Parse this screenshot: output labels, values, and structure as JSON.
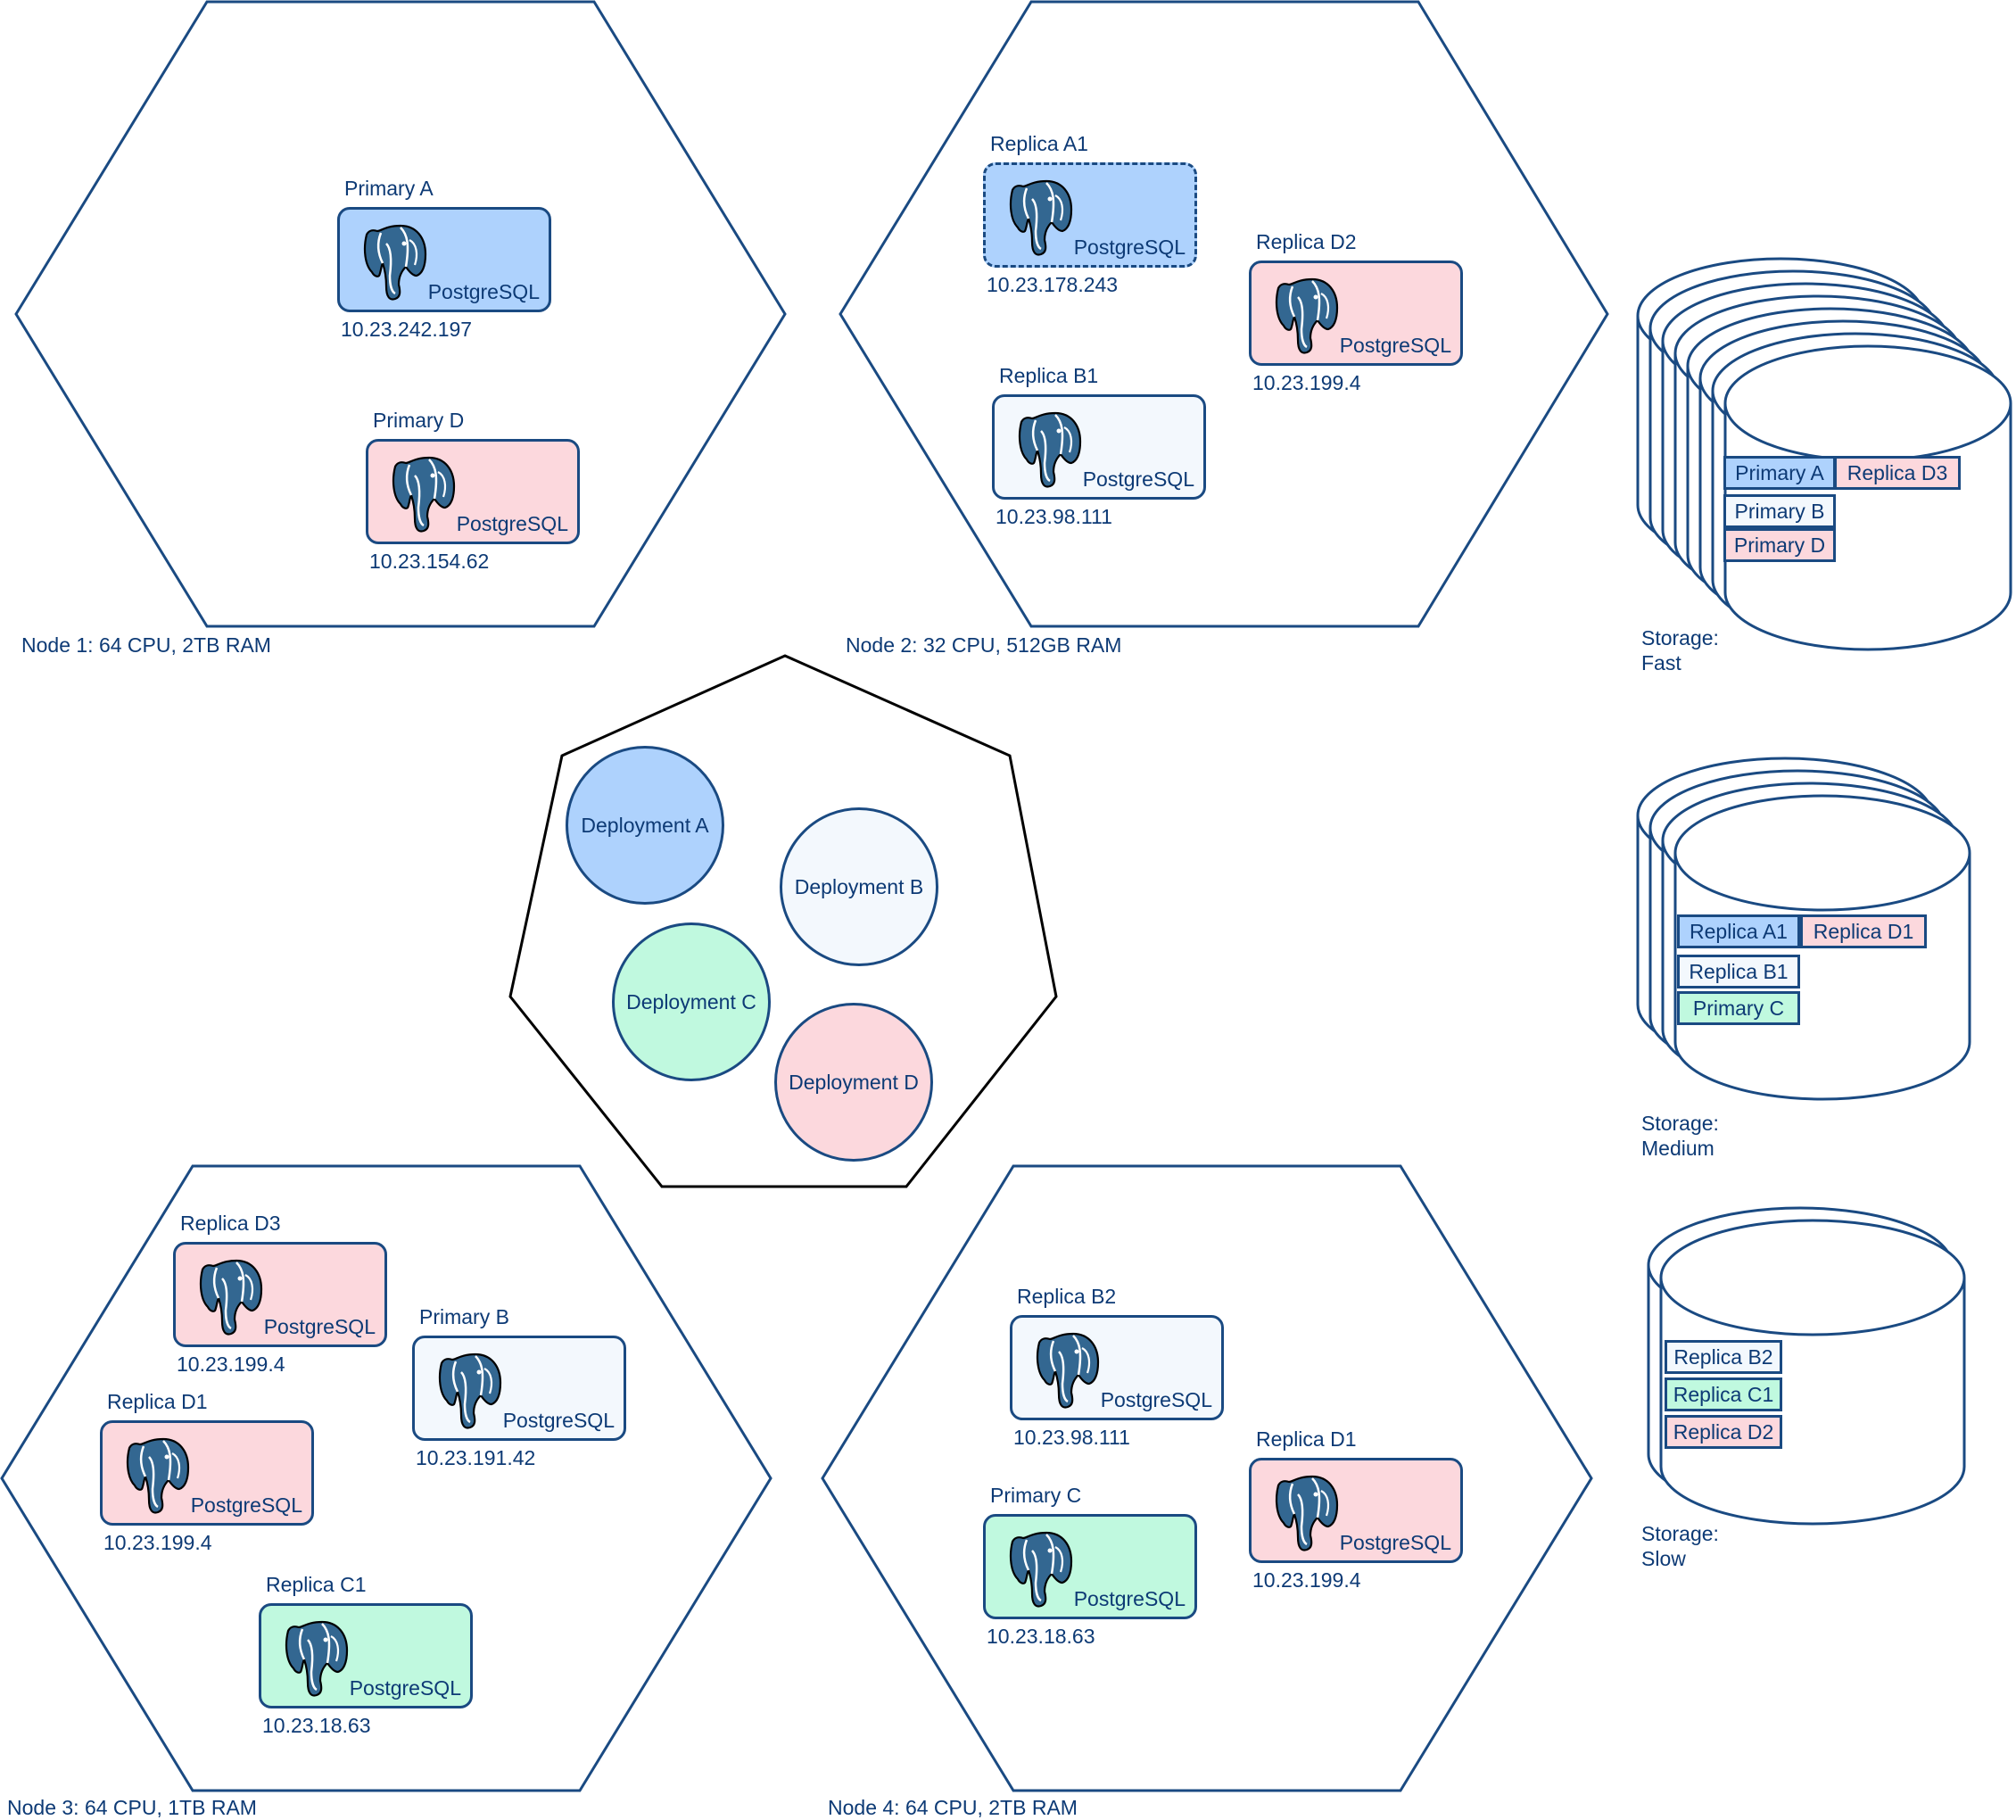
{
  "colors": {
    "blue": "#aed2fd",
    "white": "#f3f8fd",
    "green": "#c0f9df",
    "pink": "#fcd8dd",
    "stroke": "#1a4a82",
    "text": "#0d3a75"
  },
  "nodes": [
    {
      "label": "Node 1: 64 CPU, 2TB RAM"
    },
    {
      "label": "Node 2: 32 CPU, 512GB RAM"
    },
    {
      "label": "Node 3: 64 CPU, 1TB RAM"
    },
    {
      "label": "Node 4: 64 CPU, 2TB RAM"
    }
  ],
  "instances": [
    {
      "name": "Primary A",
      "engine": "PostgreSQL",
      "ip": "10.23.242.197",
      "color": "blue",
      "node": 1
    },
    {
      "name": "Primary D",
      "engine": "PostgreSQL",
      "ip": "10.23.154.62",
      "color": "pink",
      "node": 1
    },
    {
      "name": "Replica A1",
      "engine": "PostgreSQL",
      "ip": "10.23.178.243",
      "color": "blue",
      "node": 2,
      "dashed": true
    },
    {
      "name": "Replica D2",
      "engine": "PostgreSQL",
      "ip": "10.23.199.4",
      "color": "pink",
      "node": 2
    },
    {
      "name": "Replica B1",
      "engine": "PostgreSQL",
      "ip": "10.23.98.111",
      "color": "white",
      "node": 2
    },
    {
      "name": "Replica D3",
      "engine": "PostgreSQL",
      "ip": "10.23.199.4",
      "color": "pink",
      "node": 3
    },
    {
      "name": "Primary B",
      "engine": "PostgreSQL",
      "ip": "10.23.191.42",
      "color": "white",
      "node": 3
    },
    {
      "name": "Replica D1",
      "engine": "PostgreSQL",
      "ip": "10.23.199.4",
      "color": "pink",
      "node": 3
    },
    {
      "name": "Replica C1",
      "engine": "PostgreSQL",
      "ip": "10.23.18.63",
      "color": "green",
      "node": 3
    },
    {
      "name": "Replica B2",
      "engine": "PostgreSQL",
      "ip": "10.23.98.111",
      "color": "white",
      "node": 4
    },
    {
      "name": "Primary C",
      "engine": "PostgreSQL",
      "ip": "10.23.18.63",
      "color": "green",
      "node": 4
    },
    {
      "name": "Replica D1",
      "engine": "PostgreSQL",
      "ip": "10.23.199.4",
      "color": "pink",
      "node": 4
    }
  ],
  "deployments": [
    {
      "label": "Deployment A",
      "color": "blue"
    },
    {
      "label": "Deployment B",
      "color": "white"
    },
    {
      "label": "Deployment C",
      "color": "green"
    },
    {
      "label": "Deployment D",
      "color": "pink"
    }
  ],
  "storage": [
    {
      "label_line1": "Storage:",
      "label_line2": "Fast",
      "volumes": [
        {
          "name": "Primary A",
          "color": "blue"
        },
        {
          "name": "Replica D3",
          "color": "pink"
        },
        {
          "name": "Primary B",
          "color": "white"
        },
        {
          "name": "Primary D",
          "color": "pink"
        }
      ]
    },
    {
      "label_line1": "Storage:",
      "label_line2": "Medium",
      "volumes": [
        {
          "name": "Replica A1",
          "color": "blue"
        },
        {
          "name": "Replica D1",
          "color": "pink"
        },
        {
          "name": "Replica B1",
          "color": "white"
        },
        {
          "name": "Primary C",
          "color": "green"
        }
      ]
    },
    {
      "label_line1": "Storage:",
      "label_line2": "Slow",
      "volumes": [
        {
          "name": "Replica B2",
          "color": "white"
        },
        {
          "name": "Replica C1",
          "color": "green"
        },
        {
          "name": "Replica D2",
          "color": "pink"
        }
      ]
    }
  ]
}
